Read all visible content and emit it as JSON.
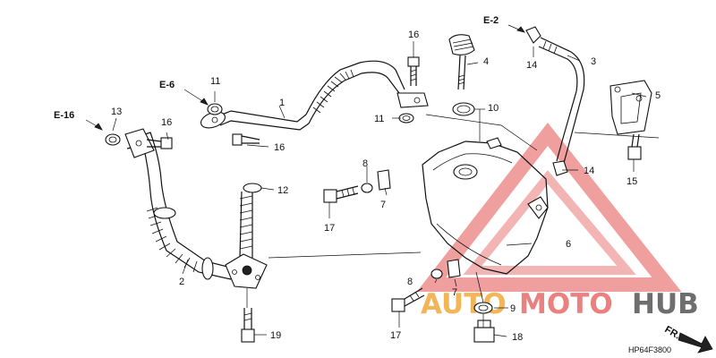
{
  "diagram": {
    "code": "HP64F3800",
    "front_marker": "FR.",
    "watermark": {
      "part1": "AUTO",
      "part2": "MOTO",
      "part3": "HUB",
      "color_orange": "#f0a93a",
      "color_red": "#e86a6a",
      "color_dark": "#555555"
    },
    "refs": [
      "E-6",
      "E-16",
      "E-2"
    ],
    "callouts": {
      "c1": "1",
      "c2": "2",
      "c3": "3",
      "c4": "4",
      "c5": "5",
      "c6": "6",
      "c7a": "7",
      "c7b": "7",
      "c8a": "8",
      "c8b": "8",
      "c9": "9",
      "c10": "10",
      "c11a": "11",
      "c11b": "11",
      "c12": "12",
      "c13": "13",
      "c14a": "14",
      "c14b": "14",
      "c15": "15",
      "c16a": "16",
      "c16b": "16",
      "c16c": "16",
      "c17a": "17",
      "c17b": "17",
      "c18": "18",
      "c19": "19"
    }
  }
}
